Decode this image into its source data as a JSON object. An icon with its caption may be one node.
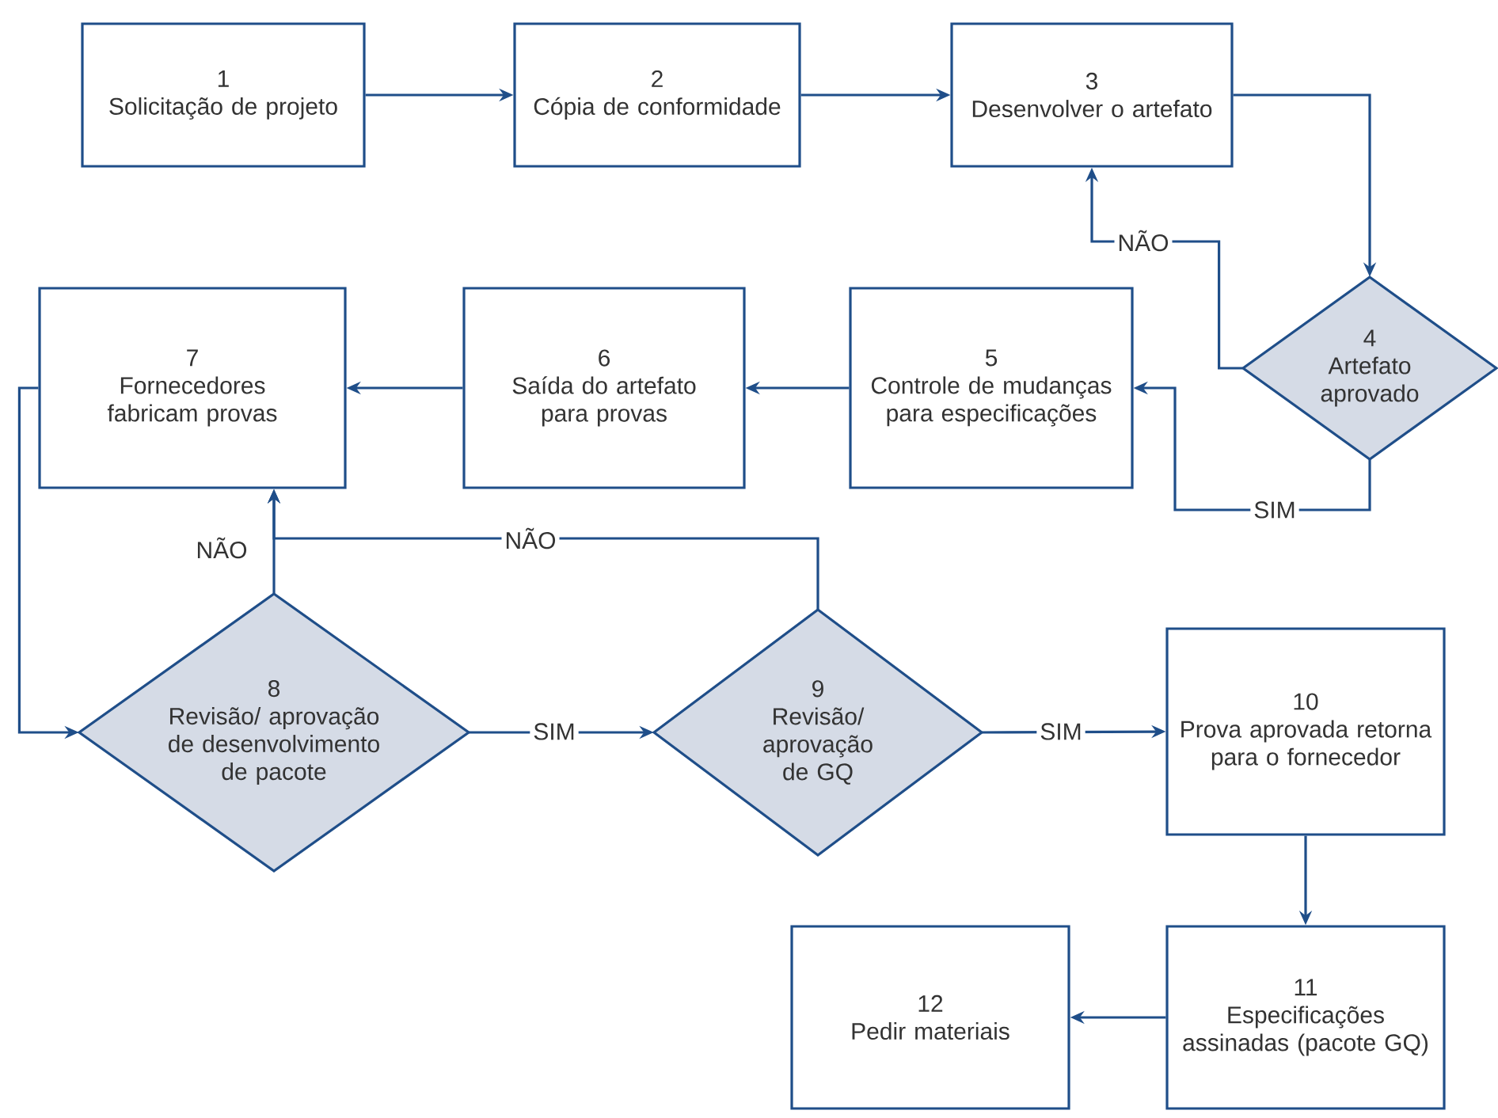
{
  "diagram": {
    "nodes": [
      {
        "text": [
          "1",
          "Solicitação de projeto"
        ]
      },
      {
        "text": [
          "2",
          "Cópia de conformidade"
        ]
      },
      {
        "text": [
          "3",
          "Desenvolver o artefato"
        ]
      },
      {
        "text": [
          "4",
          "Artefato aprovado"
        ]
      },
      {
        "text": [
          "5",
          "Controle de mudanças para especificações"
        ]
      },
      {
        "text": [
          "6",
          "Saída do artefato para provas"
        ]
      },
      {
        "text": [
          "7",
          "Fornecedores fabricam provas"
        ]
      },
      {
        "text": [
          "8",
          "Revisão/ aprovação de desenvolvimento de pacote"
        ]
      },
      {
        "text": [
          "9",
          "Revisão/ aprovação de GQ"
        ]
      },
      {
        "text": [
          "10",
          "Prova aprovada retorna para o fornecedor"
        ]
      },
      {
        "text": [
          "11",
          "Especificações assinadas (pacote GQ)"
        ]
      },
      {
        "text": [
          "12",
          "Pedir materiais"
        ]
      }
    ],
    "edges": [
      {
        "from": 0,
        "to": 1,
        "arrow": "to"
      },
      {
        "from": 1,
        "to": 2,
        "arrow": "to"
      },
      {
        "from": 2,
        "to": 3,
        "arrow": "to"
      },
      {
        "from": 3,
        "to": 2,
        "arrow": "to",
        "label": "NÃO"
      },
      {
        "from": 3,
        "to": 4,
        "arrow": "to",
        "label": "SIM"
      },
      {
        "from": 4,
        "to": 5,
        "arrow": "to"
      },
      {
        "from": 5,
        "to": 6,
        "arrow": "to"
      },
      {
        "from": 6,
        "to": 7,
        "arrow": "to"
      },
      {
        "from": 7,
        "to": 6,
        "arrow": "to",
        "label": "NÃO"
      },
      {
        "from": 8,
        "to": 6,
        "arrow": "to",
        "label": "NÃO"
      },
      {
        "from": 7,
        "to": 8,
        "arrow": "to",
        "label": "SIM"
      },
      {
        "from": 8,
        "to": 9,
        "arrow": "to",
        "label": "SIM"
      },
      {
        "from": 9,
        "to": 10,
        "arrow": "to"
      },
      {
        "from": 10,
        "to": 11,
        "arrow": "to"
      }
    ]
  }
}
